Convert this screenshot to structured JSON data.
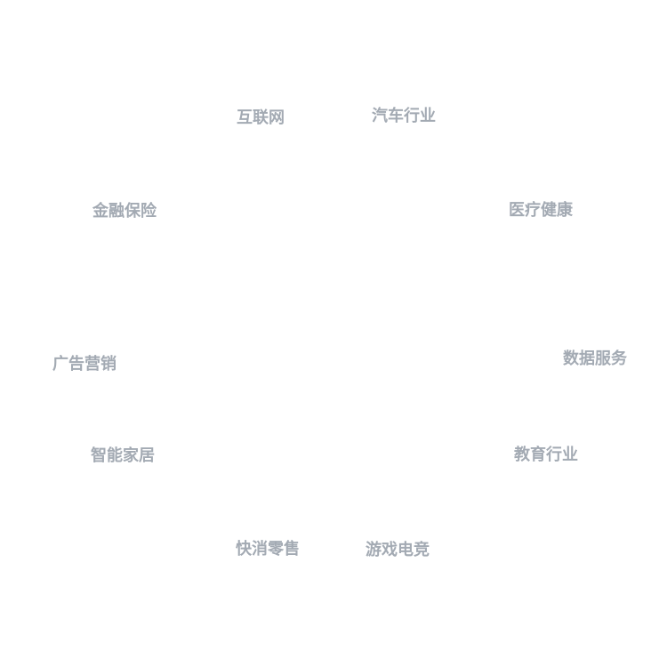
{
  "tag_cloud": {
    "tags": [
      {
        "id": "internet",
        "label": "互联网"
      },
      {
        "id": "auto",
        "label": "汽车行业"
      },
      {
        "id": "finance",
        "label": "金融保险"
      },
      {
        "id": "medical",
        "label": "医疗健康"
      },
      {
        "id": "ads",
        "label": "广告营销"
      },
      {
        "id": "data",
        "label": "数据服务"
      },
      {
        "id": "smarthome",
        "label": "智能家居"
      },
      {
        "id": "education",
        "label": "教育行业"
      },
      {
        "id": "fmcg",
        "label": "快消零售"
      },
      {
        "id": "gaming",
        "label": "游戏电竞"
      }
    ],
    "text_color": "#a3aab3",
    "background_color": "#ffffff"
  }
}
